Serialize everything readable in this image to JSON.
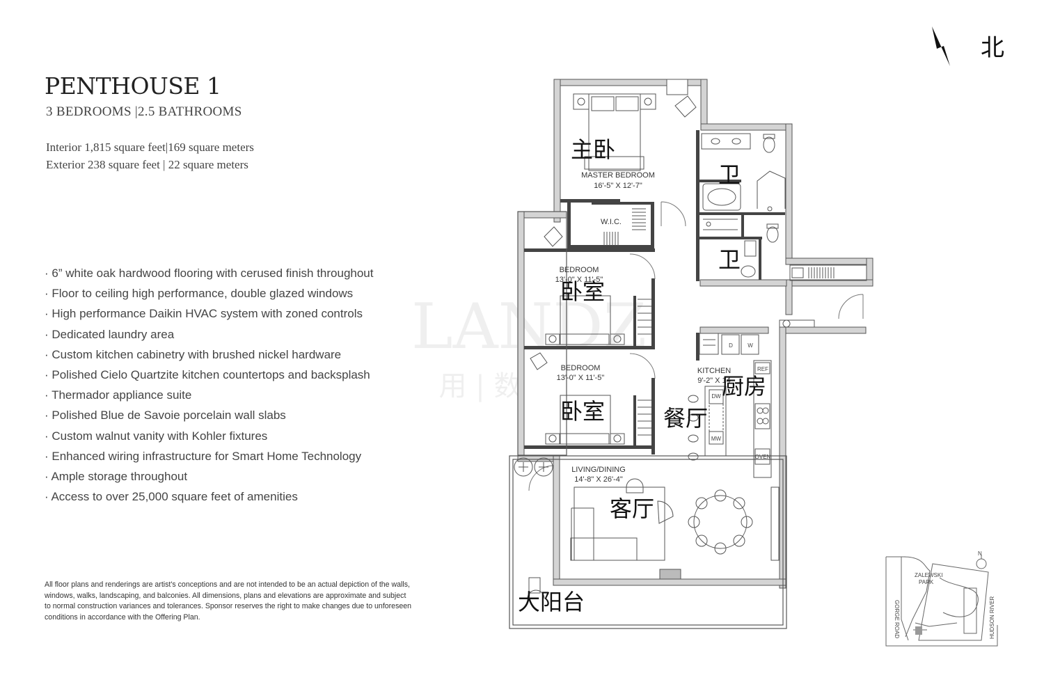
{
  "header": {
    "title": "PENTHOUSE 1",
    "subtitle": "3 BEDROOMS |2.5 BATHROOMS",
    "interior": "Interior 1,815  square feet|169 square meters",
    "exterior": "Exterior 238 square feet | 22 square meters"
  },
  "features": [
    "· 6” white oak hardwood flooring with cerused finish throughout",
    "· Floor to ceiling high performance, double glazed windows",
    "· High performance Daikin HVAC system with zoned controls",
    "· Dedicated laundry area",
    "· Custom kitchen cabinetry with brushed nickel hardware",
    "· Polished Cielo Quartzite kitchen countertops and backsplash",
    "· Thermador appliance suite",
    "· Polished Blue de Savoie porcelain wall slabs",
    "· Custom walnut vanity with Kohler fixtures",
    "· Enhanced wiring infrastructure for Smart Home Technology",
    "· Ample storage throughout",
    "· Access to over 25,000 square feet of amenities"
  ],
  "disclaimer": "All floor plans and renderings are artist's conceptions and are not intended to be an actual depiction of the walls, windows, walks, landscaping, and balconies. All dimensions, plans and elevations are approximate and subject to normal construction variances and tolerances. Sponsor reserves the right to make changes due to unforeseen conditions in accordance with the Offering Plan.",
  "north": {
    "label": "北",
    "icon": "north-arrow-icon"
  },
  "rooms": {
    "master": {
      "cn": "主卧",
      "name": "MASTER BEDROOM",
      "dims": "16'-5\" X 12'-7\""
    },
    "wic": {
      "name": "W.I.C."
    },
    "bath1": {
      "cn": "卫"
    },
    "bath2": {
      "cn": "卫"
    },
    "bedroom1": {
      "cn": "卧室",
      "name": "BEDROOM",
      "dims": "13'-0\" X 11'-5\""
    },
    "bedroom2": {
      "cn": "卧室",
      "name": "BEDROOM",
      "dims": "13'-0\" X 11'-5\""
    },
    "kitchen": {
      "cn": "厨房",
      "name": "KITCHEN",
      "dims": "9'-2\" X 14"
    },
    "dining": {
      "cn": "餐厅"
    },
    "living": {
      "cn": "客厅",
      "name": "LIVING/DINING",
      "dims": "14'-8\" X 26'-4\""
    },
    "terrace": {
      "cn": "大阳台"
    }
  },
  "appliances": {
    "d": "D",
    "w": "W",
    "ref": "REF",
    "dw": "DW",
    "mw": "MW",
    "oven": "OVEN"
  },
  "siteMap": {
    "park": [
      "ZALEWSKI",
      "PARK"
    ],
    "road": "GORGE ROAD",
    "river": "HUDSON RIVER",
    "north": "N"
  },
  "watermark": {
    "main": "LANDZ",
    "sub": "用 | 数"
  }
}
